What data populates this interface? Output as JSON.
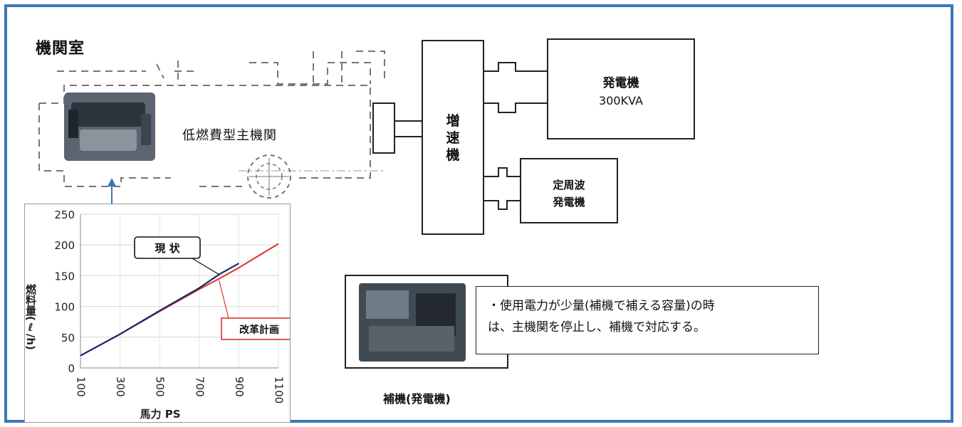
{
  "title": "機関室",
  "engine": {
    "label": "低燃費型主機関",
    "photo_icon": "diesel-engine-photo"
  },
  "gearbox": {
    "label": "増速機"
  },
  "generator": {
    "title": "発電機",
    "rating": "300KVA"
  },
  "cf_generator": {
    "label": "定周波発電機",
    "lines": [
      "定周波",
      "発電機"
    ]
  },
  "aux": {
    "note": "・使用電力が少量(補機で補える容量)の時は、主機関を停止し、補機で対応する。",
    "lines": [
      "・使用電力が少量(補機で補える容量)の時",
      "は、主機関を停止し、補機で対応する。"
    ],
    "caption": "補機(発電機)",
    "photo_icon": "aux-generator-photo"
  },
  "colors": {
    "frame": "#3b78b7",
    "plan_line": "#d9342b",
    "current_line": "#1a2a6b",
    "callout_red": "#d9342b"
  },
  "chart_data": {
    "type": "line",
    "ylabel": "燃料量(ℓ/h)",
    "xlabel": "馬力 PS",
    "ylim": [
      0,
      250
    ],
    "xlim": [
      100,
      1100
    ],
    "y_ticks": [
      "0",
      "50",
      "100",
      "150",
      "200",
      "250"
    ],
    "x_ticks": [
      "100",
      "300",
      "500",
      "700",
      "900",
      "1100"
    ],
    "grid": true,
    "series": [
      {
        "name": "現 状",
        "x": [
          100,
          300,
          500,
          700,
          800,
          900
        ],
        "y": [
          20,
          55,
          93,
          130,
          152,
          170
        ]
      },
      {
        "name": "改革計画",
        "x": [
          100,
          300,
          500,
          700,
          800,
          900,
          1100
        ],
        "y": [
          20,
          55,
          92,
          128,
          145,
          163,
          202
        ]
      }
    ]
  }
}
